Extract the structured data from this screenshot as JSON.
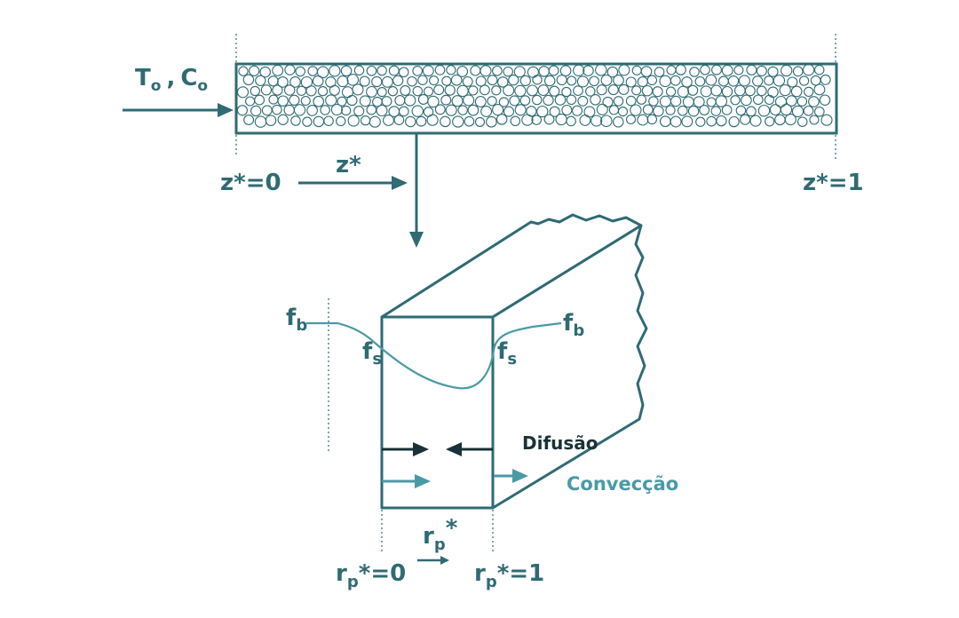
{
  "colors": {
    "dark_teal": "#2f6b73",
    "light_teal": "#4a9aa6",
    "arrow_black": "#1a3237",
    "background": "#ffffff"
  },
  "labels": {
    "inlet_T": "T",
    "inlet_T_sub": "o",
    "inlet_sep": ",",
    "inlet_C": "C",
    "inlet_C_sub": "o",
    "z_start": "z*=0",
    "z_axis": "z*",
    "z_end": "z*=1",
    "fb": "f",
    "fb_sub": "b",
    "fs": "f",
    "fs_sub": "s",
    "diffusion": "Difusão",
    "convection": "Convecção",
    "r_axis": "r",
    "r_axis_sub": "p",
    "r_axis_sup": "*",
    "r_start": "r",
    "r_start_sub": "p",
    "r_start_rest": "*=0",
    "r_end": "r",
    "r_end_sub": "p",
    "r_end_rest": "*=1"
  }
}
